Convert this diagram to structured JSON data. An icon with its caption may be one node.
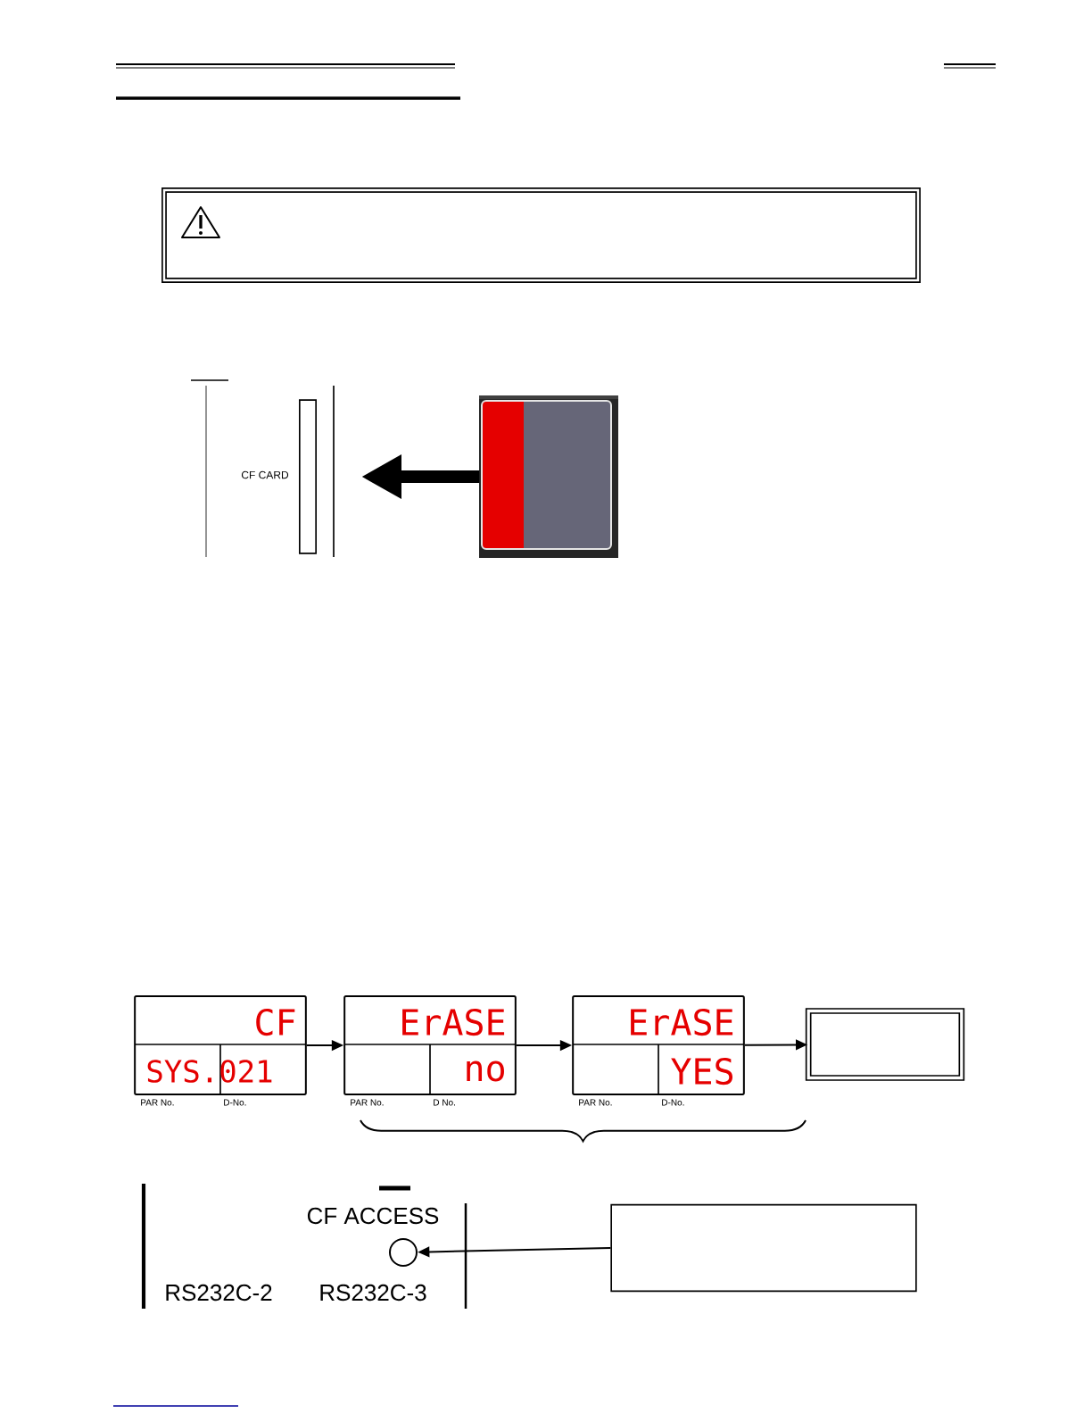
{
  "diagram": {
    "nodes": [
      {
        "text": [
          "CF",
          "SYS.021"
        ],
        "beside": [
          "PAR No.",
          "D-No."
        ]
      },
      {
        "text": [
          "ErASE",
          "no"
        ],
        "beside": [
          "PAR No.",
          "D No."
        ]
      },
      {
        "text": [
          "ErASE",
          "YES"
        ],
        "beside": [
          "PAR No.",
          "D-No."
        ]
      },
      {
        "text": [],
        "shape": "box"
      },
      {
        "text": [],
        "shape": "circle"
      },
      {
        "text": [],
        "shape": "box"
      },
      {
        "text": [],
        "shape": "box"
      },
      {
        "text": [],
        "shape": "picture"
      }
    ],
    "edges": [
      {
        "from": 0,
        "to": 1,
        "arrow": "to"
      },
      {
        "from": 1,
        "to": 2,
        "arrow": "to"
      },
      {
        "from": 2,
        "to": 3,
        "arrow": "to"
      },
      {
        "from": 5,
        "to": 4,
        "arrow": "to"
      },
      {
        "from": 7,
        "to": 6,
        "arrow": "to",
        "style": "thick"
      }
    ],
    "labels": [
      "CF CARD",
      "CF ACCESS",
      "RS232C-2",
      "RS232C-3"
    ]
  }
}
